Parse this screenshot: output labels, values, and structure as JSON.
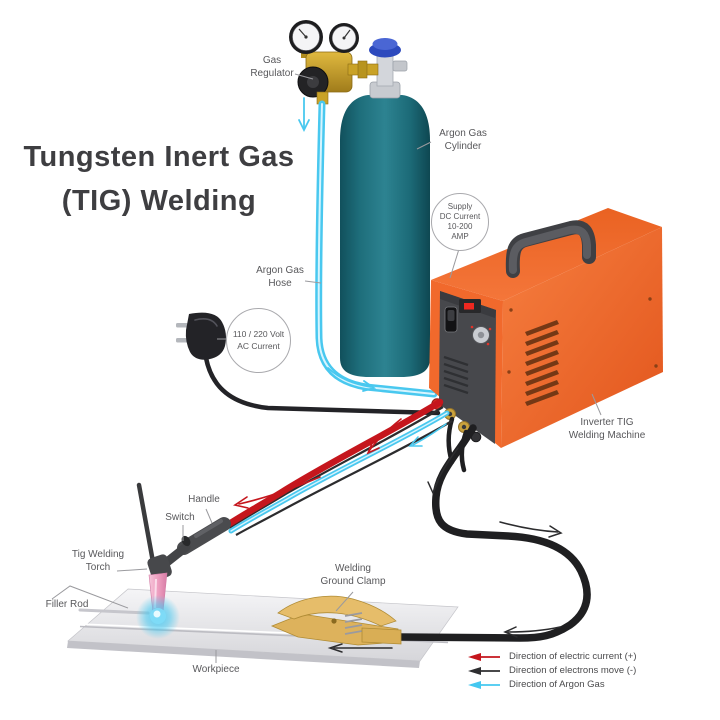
{
  "title": {
    "line1": "Tungsten Inert Gas",
    "line2": "(TIG) Welding"
  },
  "labels": {
    "gas_regulator": [
      "Gas",
      "Regulator"
    ],
    "argon_gas_cylinder": [
      "Argon Gas",
      "Cylinder"
    ],
    "supply_dc_current": [
      "Supply",
      "DC Current",
      "10-200",
      "AMP"
    ],
    "argon_gas_hose": [
      "Argon Gas",
      "Hose"
    ],
    "ac_current": [
      "110 / 220 Volt",
      "AC Current"
    ],
    "inverter_machine": [
      "Inverter TIG",
      "Welding Machine"
    ],
    "handle": "Handle",
    "switch": "Switch",
    "tig_welding_torch": [
      "Tig Welding",
      "Torch"
    ],
    "filler_rod": "Filler Rod",
    "workpiece": "Workpiece",
    "welding_ground_clamp": [
      "Welding",
      "Ground Clamp"
    ]
  },
  "legend": {
    "items": [
      {
        "name": "electric-current-plus",
        "label": "Direction of electric current (+)",
        "color": "#c5161d"
      },
      {
        "name": "electrons-move-minus",
        "label": "Direction of electrons move (-)",
        "color": "#2e2e30"
      },
      {
        "name": "argon-gas-flow",
        "label": "Direction of Argon Gas",
        "color": "#45c8f0"
      }
    ]
  },
  "colors": {
    "machine_orange": "#f16a2d",
    "cylinder_teal": "#1e6e7b",
    "argon_hose_cyan": "#49c8ef",
    "electric_cable_red": "#c5161d",
    "ground_cable_black": "#1f1f21",
    "clamp_gold": "#e3b65c",
    "nozzle_pink": "#f0a7c4",
    "label_gray": "#58585b"
  }
}
